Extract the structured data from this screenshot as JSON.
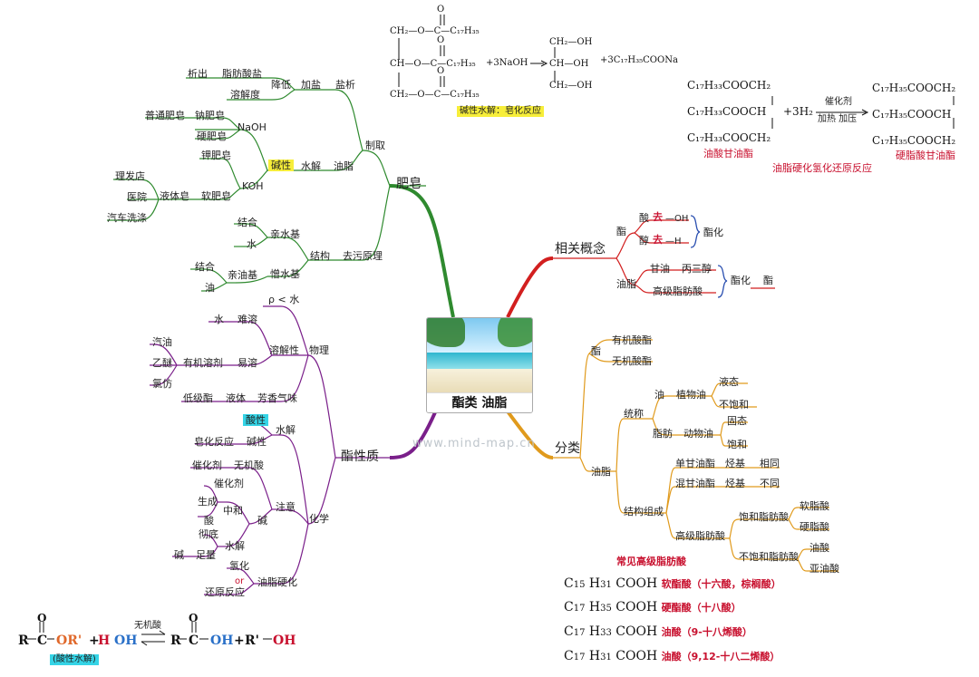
{
  "center": {
    "title": "酯类  油脂"
  },
  "watermark": "www.mind-map.cn",
  "branches": {
    "soap": {
      "label": "肥皂",
      "prep": "制取",
      "salt": "盐析",
      "addsalt": "加盐",
      "lower": "降低",
      "fatsalt": "脂肪酸盐",
      "precip": "析出",
      "solub": "溶解度",
      "oil": "油脂",
      "hydro": "水解",
      "alk": "碱性",
      "naoh": "NaOH",
      "nasoap": "钠肥皂",
      "common": "普通肥皂",
      "hard": "硬肥皂",
      "koh": "KOH",
      "ksoap": "钾肥皂",
      "soft": "软肥皂",
      "liquid": "液体皂",
      "barber": "理发店",
      "hosp": "医院",
      "carwash": "汽车洗涤",
      "principle": "去污原理",
      "struct": "结构",
      "hydrophil": "亲水基",
      "bind1": "结合",
      "water": "水",
      "lipophil": "憎水基",
      "lipo2": "亲油基",
      "bind2": "结合",
      "oil2": "油"
    },
    "ester": {
      "label": "酯性质",
      "phys": "物理",
      "rho": "ρ < 水",
      "sol": "溶解性",
      "water": "水",
      "insol": "难溶",
      "easy": "易溶",
      "orgsol": "有机溶剂",
      "gas": "汽油",
      "ether": "乙醚",
      "chloro": "氯仿",
      "lowester": "低级酯",
      "liquid": "液体",
      "aroma": "芳香气味",
      "chem": "化学",
      "hyd": "水解",
      "acid": "酸性",
      "base": "碱性",
      "sap": "皂化反应",
      "note": "注意",
      "cat": "催化剂",
      "inorg": "无机酸",
      "cat2": "催化剂",
      "neut": "中和",
      "gen": "生成",
      "acid2": "酸",
      "base2": "碱",
      "thor": "彻底",
      "hyd2": "水解",
      "enough": "足量",
      "base3": "碱",
      "harden": "油脂硬化",
      "hydrog": "氢化",
      "or": "or",
      "redox": "还原反应"
    },
    "concept": {
      "label": "相关概念",
      "ester": "酯",
      "acid": "酸",
      "qu": "去",
      "oh": "—OH",
      "alc": "醇",
      "qu2": "去",
      "h": "—H",
      "esterif": "酯化",
      "fat": "油脂",
      "glyc": "甘油",
      "triol": "丙三醇",
      "hfa": "高级脂肪酸",
      "esterif2": "酯化",
      "ester2": "酯"
    },
    "classify": {
      "label": "分类",
      "ester": "酯",
      "orgester": "有机酸酯",
      "inorgester": "无机酸酯",
      "fat": "油脂",
      "called": "统称",
      "you": "油",
      "veg": "植物油",
      "liq": "液态",
      "unsat": "不饱和",
      "zhifang": "脂肪",
      "animal": "动物油",
      "solid": "固态",
      "sat": "饱和",
      "comp": "结构组成",
      "simple": "单甘油酯",
      "alkyl": "烃基",
      "same": "相同",
      "mixed": "混甘油酯",
      "alkyl2": "烃基",
      "diff": "不同",
      "hfa": "高级脂肪酸",
      "satfa": "饱和脂肪酸",
      "palm": "软脂酸",
      "stear": "硬脂酸",
      "unsatfa": "不饱和脂肪酸",
      "olei": "油酸",
      "linol": "亚油酸"
    }
  },
  "formulas": {
    "saponification": {
      "row1": "CH₂—O—C—C₁₇H₃₅",
      "row2": "CH—O—C—C₁₇H₃₅",
      "row3": "CH₂—O—C—C₁₇H₃₅",
      "naoh": "+3NaOH",
      "prod1": "CH₂—OH",
      "prod2": "CH—OH",
      "prod3": "CH₂—OH",
      "salt": "+3C₁₇H₃₅COONa",
      "o": "O",
      "caption": "碱性水解：皂化反应"
    },
    "hardening": {
      "l1": "C₁₇H₃₃COOCH₂",
      "l2": "C₁₇H₃₃COOCH",
      "l3": "C₁₇H₃₃COOCH₂",
      "h2": "+3H₂",
      "cat": "催化剂",
      "cond": "加热 加压",
      "r1": "C₁₇H₃₅COOCH₂",
      "r2": "C₁₇H₃₅COOCH",
      "r3": "C₁₇H₃₅COOCH₂",
      "lname": "油酸甘油酯",
      "rname": "硬脂酸甘油酯",
      "caption": "油脂硬化氢化还原反应"
    },
    "acidhydro": {
      "r": "R",
      "c": "C",
      "o": "O",
      "or": "OR'",
      "plus": "+",
      "hh": "H",
      "oh": "OH",
      "cat": "无机酸",
      "r2": "R",
      "c2": "C",
      "o2": "O",
      "oh2": "OH",
      "plus2": "+",
      "rprime": "R'",
      "oh3": "OH",
      "caption": "(酸性水解)"
    }
  },
  "fatty_acids": {
    "header": "常见高级脂肪酸",
    "items": [
      {
        "c": "15",
        "h": "31",
        "name": "软酯酸（十六酸，棕榈酸）"
      },
      {
        "c": "17",
        "h": "35",
        "name": "硬酯酸（十八酸）"
      },
      {
        "c": "17",
        "h": "33",
        "name": "油酸（9-十八烯酸）"
      },
      {
        "c": "17",
        "h": "31",
        "name": "油酸（9,12-十八二烯酸）"
      }
    ]
  },
  "colors": {
    "green": "#2f8a2f",
    "purple": "#7a1f8a",
    "red": "#d21f1f",
    "orange": "#e09a1c",
    "blue": "#2a4fb0"
  }
}
